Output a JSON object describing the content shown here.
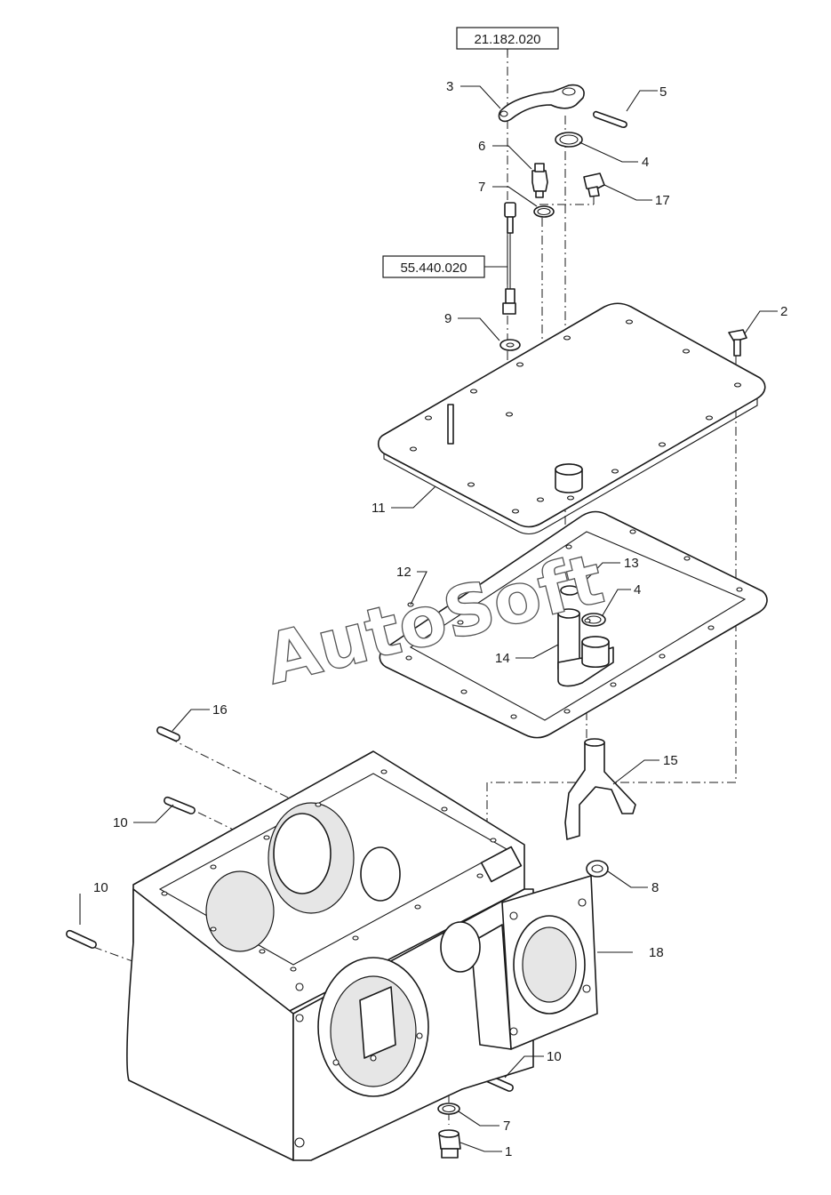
{
  "references": {
    "ref_top": "21.182.020",
    "ref_sensor": "55.440.020"
  },
  "callouts": {
    "c1": "1",
    "c2": "2",
    "c3": "3",
    "c4a": "4",
    "c4b": "4",
    "c5": "5",
    "c6": "6",
    "c7a": "7",
    "c7b": "7",
    "c8": "8",
    "c9": "9",
    "c10a": "10",
    "c10b": "10",
    "c10c": "10",
    "c11": "11",
    "c12": "12",
    "c13": "13",
    "c14": "14",
    "c15": "15",
    "c16": "16",
    "c17": "17",
    "c18": "18"
  },
  "watermark": "AutoSoft"
}
